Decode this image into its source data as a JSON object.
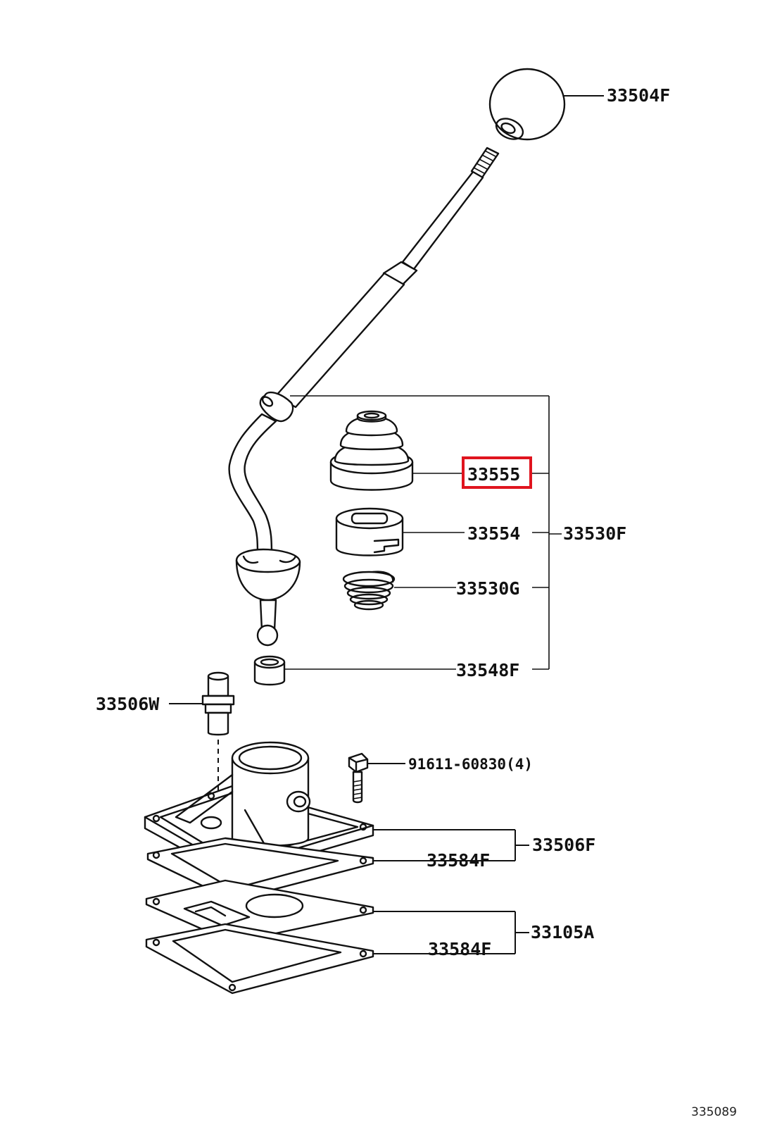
{
  "diagram": {
    "highlight_color": "#e0141e",
    "line_color": "#111111",
    "background": "#ffffff",
    "labels": {
      "shift_knob": "33504F",
      "boot": "33555",
      "retainer": "33554",
      "lever_sub_assy": "33530F",
      "spring": "33530G",
      "bushing": "33548F",
      "pin": "33506W",
      "bolt": "91611-60830(4)",
      "housing": "33506F",
      "gasket_upper": "33584F",
      "plate_set": "33105A",
      "gasket_lower": "33584F"
    },
    "highlighted_part": "33555",
    "illustration_ref": "335089"
  }
}
